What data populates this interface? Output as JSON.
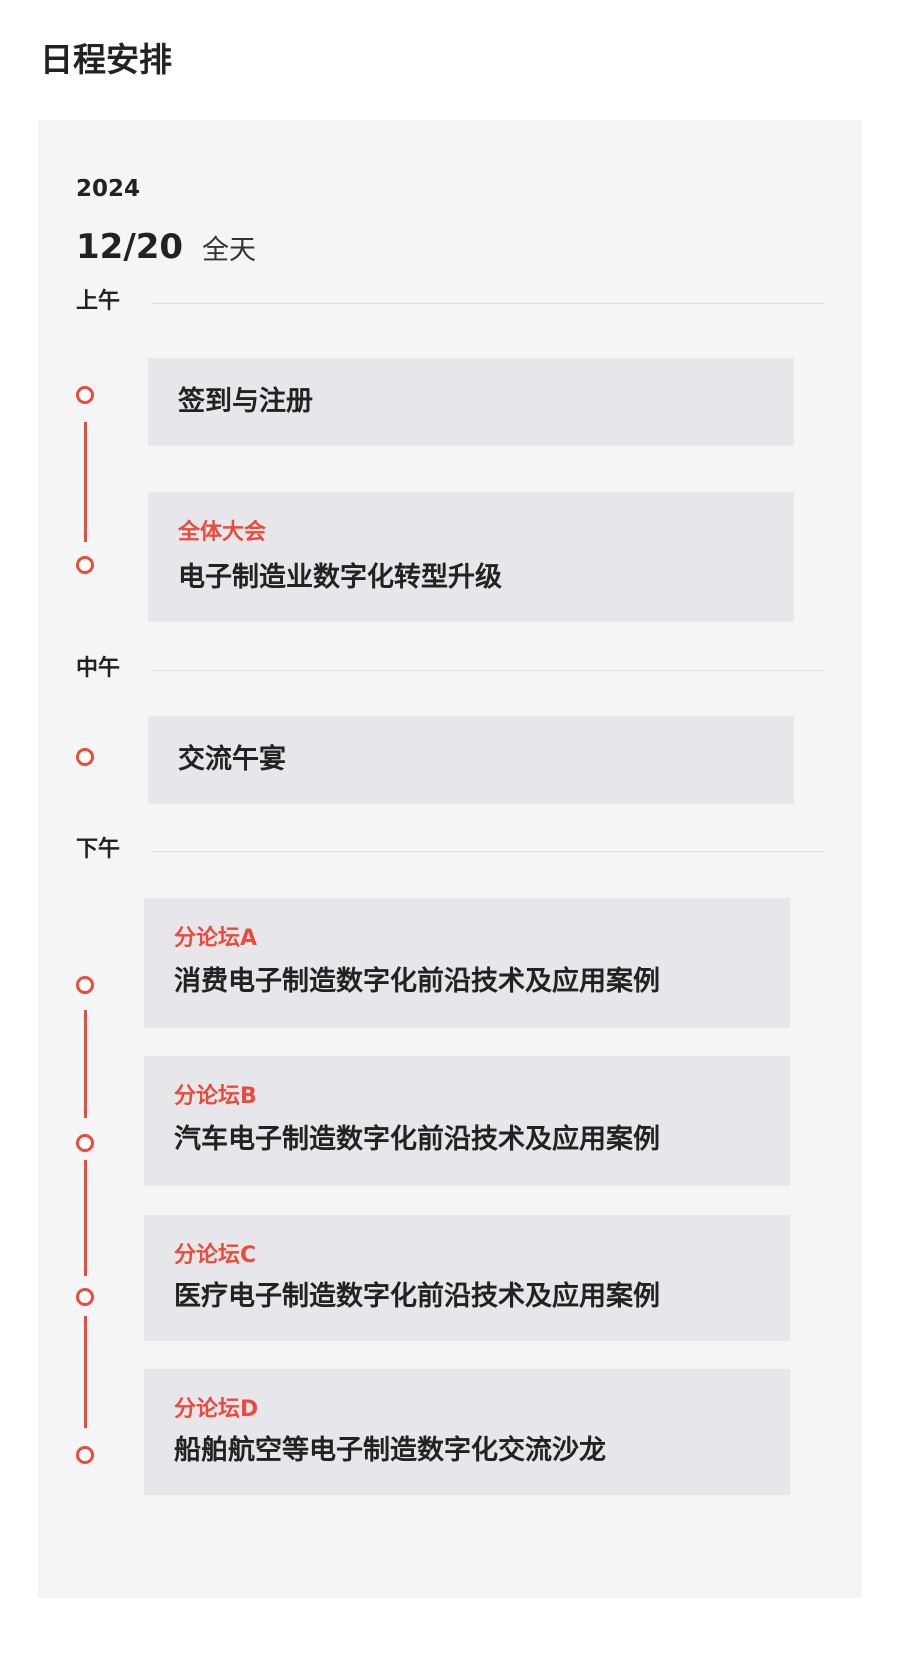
{
  "page": {
    "title": "日程安排"
  },
  "schedule": {
    "year": "2024",
    "date": "12/20",
    "duration": "全天",
    "colors": {
      "accent": "#e94b3c",
      "card": "#e7e7eb",
      "panel": "#f5f5f6"
    },
    "sections": [
      {
        "label": "上午",
        "items": [
          {
            "tag": "",
            "title": "签到与注册"
          },
          {
            "tag": "全体大会",
            "title": "电子制造业数字化转型升级"
          }
        ]
      },
      {
        "label": "中午",
        "items": [
          {
            "tag": "",
            "title": "交流午宴"
          }
        ]
      },
      {
        "label": "下午",
        "items": [
          {
            "tag": "分论坛A",
            "title": "消费电子制造数字化前沿技术及应用案例"
          },
          {
            "tag": "分论坛B",
            "title": "汽车电子制造数字化前沿技术及应用案例"
          },
          {
            "tag": "分论坛C",
            "title": "医疗电子制造数字化前沿技术及应用案例"
          },
          {
            "tag": "分论坛D",
            "title": "船舶航空等电子制造数字化交流沙龙"
          }
        ]
      }
    ]
  }
}
